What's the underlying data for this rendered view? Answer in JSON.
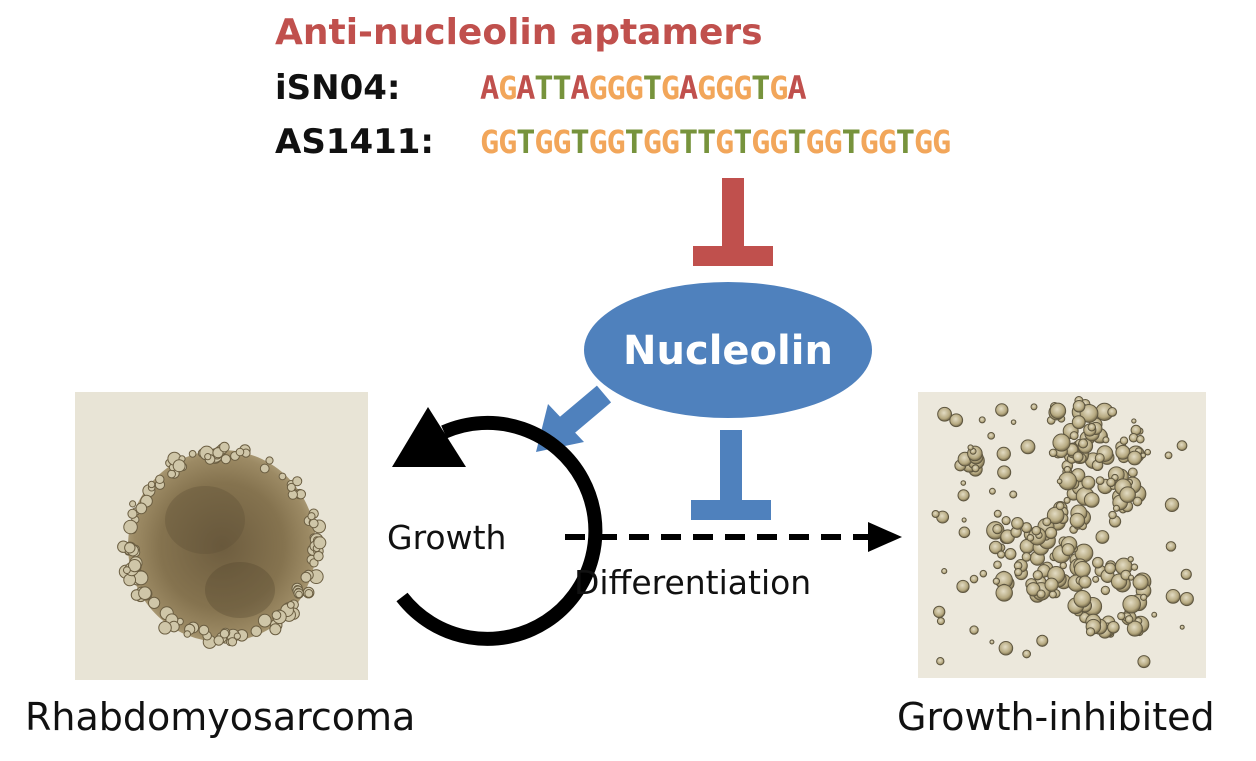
{
  "title": "Anti-nucleolin aptamers",
  "aptamers": [
    {
      "name": "iSN04:",
      "sequence": "AGATTAGGGTGAGGGTGA"
    },
    {
      "name": "AS1411:",
      "sequence": "GGTGGTGGTGGTTGTGGTGGTGGTGG"
    }
  ],
  "base_colors": {
    "A": "#c0504d",
    "G": "#f2a65a",
    "T": "#77933c"
  },
  "target": "Nucleolin",
  "inhibit_colors": {
    "aptamer_to_nucleolin": "#c0504d",
    "nucleolin": "#4f81bd"
  },
  "cycle_label": "Growth",
  "arrow_label": "Differentiation",
  "left_caption": "Rhabdomyosarcoma",
  "right_caption": "Growth-inhibited"
}
